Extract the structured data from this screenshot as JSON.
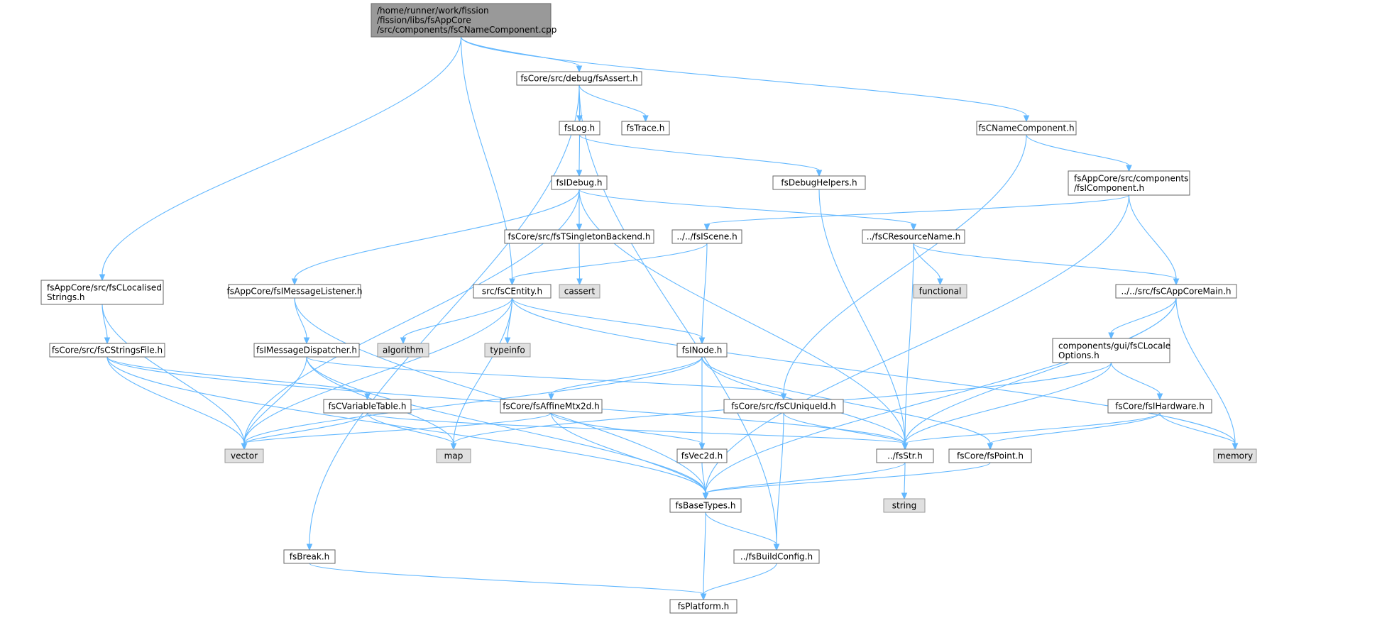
{
  "colors": {
    "edge": "#63b8ff",
    "node_border": "#666666",
    "root_fill": "#999999",
    "system_fill": "#e0e0e0"
  },
  "nodes": {
    "root": {
      "lines": [
        "/home/runner/work/fission",
        "/fission/libs/fsAppCore",
        "/src/components/fsCNameComponent.cpp"
      ]
    },
    "fsAssert": {
      "lines": [
        "fsCore/src/debug/fsAssert.h"
      ]
    },
    "fsCNameComponent": {
      "lines": [
        "fsCNameComponent.h"
      ]
    },
    "fsLog": {
      "lines": [
        "fsLog.h"
      ]
    },
    "fsTrace": {
      "lines": [
        "fsTrace.h"
      ]
    },
    "fsIDebug": {
      "lines": [
        "fsIDebug.h"
      ]
    },
    "fsDebugHelpers": {
      "lines": [
        "fsDebugHelpers.h"
      ]
    },
    "fsIComponent": {
      "lines": [
        "fsAppCore/src/components",
        "/fsIComponent.h"
      ]
    },
    "fsTSingletonBackend": {
      "lines": [
        "fsCore/src/fsTSingletonBackend.h"
      ]
    },
    "fsIScene": {
      "lines": [
        "../../fsIScene.h"
      ]
    },
    "fsCResourceName": {
      "lines": [
        "../fsCResourceName.h"
      ]
    },
    "fsCLocalisedStrings": {
      "lines": [
        "fsAppCore/src/fsCLocalised",
        "Strings.h"
      ]
    },
    "fsIMessageListener": {
      "lines": [
        "fsAppCore/fsIMessageListener.h"
      ]
    },
    "fsCEntity": {
      "lines": [
        "src/fsCEntity.h"
      ]
    },
    "cassert": {
      "lines": [
        "cassert"
      ]
    },
    "functional": {
      "lines": [
        "functional"
      ]
    },
    "fsCAppCoreMain": {
      "lines": [
        "../../src/fsCAppCoreMain.h"
      ]
    },
    "fsCStringsFile": {
      "lines": [
        "fsCore/src/fsCStringsFile.h"
      ]
    },
    "fsIMessageDispatcher": {
      "lines": [
        "fsIMessageDispatcher.h"
      ]
    },
    "algorithm": {
      "lines": [
        "algorithm"
      ]
    },
    "typeinfo": {
      "lines": [
        "typeinfo"
      ]
    },
    "fsINode": {
      "lines": [
        "fsINode.h"
      ]
    },
    "fsCLocaleOptions": {
      "lines": [
        "components/gui/fsCLocale",
        "Options.h"
      ]
    },
    "fsCVariableTable": {
      "lines": [
        "fsCVariableTable.h"
      ]
    },
    "fsAffineMtx2d": {
      "lines": [
        "fsCore/fsAffineMtx2d.h"
      ]
    },
    "fsCUniqueId": {
      "lines": [
        "fsCore/src/fsCUniqueId.h"
      ]
    },
    "fsIHardware": {
      "lines": [
        "fsCore/fsIHardware.h"
      ]
    },
    "vector": {
      "lines": [
        "vector"
      ]
    },
    "map": {
      "lines": [
        "map"
      ]
    },
    "fsVec2d": {
      "lines": [
        "fsVec2d.h"
      ]
    },
    "fsStr": {
      "lines": [
        "../fsStr.h"
      ]
    },
    "fsPoint": {
      "lines": [
        "fsCore/fsPoint.h"
      ]
    },
    "memory": {
      "lines": [
        "memory"
      ]
    },
    "fsBaseTypes": {
      "lines": [
        "fsBaseTypes.h"
      ]
    },
    "string": {
      "lines": [
        "string"
      ]
    },
    "fsBreak": {
      "lines": [
        "fsBreak.h"
      ]
    },
    "fsBuildConfig": {
      "lines": [
        "../fsBuildConfig.h"
      ]
    },
    "fsPlatform": {
      "lines": [
        "fsPlatform.h"
      ]
    }
  },
  "edges": [
    [
      "root",
      "fsAssert"
    ],
    [
      "root",
      "fsCNameComponent"
    ],
    [
      "root",
      "fsCEntity"
    ],
    [
      "root",
      "fsCLocalisedStrings"
    ],
    [
      "fsAssert",
      "fsLog"
    ],
    [
      "fsAssert",
      "fsTrace"
    ],
    [
      "fsAssert",
      "fsBreak"
    ],
    [
      "fsAssert",
      "fsBuildConfig"
    ],
    [
      "fsLog",
      "fsIDebug"
    ],
    [
      "fsLog",
      "fsDebugHelpers"
    ],
    [
      "fsIDebug",
      "fsTSingletonBackend"
    ],
    [
      "fsIDebug",
      "fsIMessageListener"
    ],
    [
      "fsIDebug",
      "fsCResourceName"
    ],
    [
      "fsIDebug",
      "vector"
    ],
    [
      "fsIDebug",
      "fsStr"
    ],
    [
      "fsDebugHelpers",
      "fsStr"
    ],
    [
      "fsCNameComponent",
      "fsIComponent"
    ],
    [
      "fsCNameComponent",
      "fsCUniqueId"
    ],
    [
      "fsIComponent",
      "fsIScene"
    ],
    [
      "fsIComponent",
      "fsCAppCoreMain"
    ],
    [
      "fsIComponent",
      "fsBaseTypes"
    ],
    [
      "fsTSingletonBackend",
      "cassert"
    ],
    [
      "fsIScene",
      "fsCEntity"
    ],
    [
      "fsIScene",
      "fsINode"
    ],
    [
      "fsCResourceName",
      "functional"
    ],
    [
      "fsCResourceName",
      "fsCAppCoreMain"
    ],
    [
      "fsCResourceName",
      "fsStr"
    ],
    [
      "fsCLocalisedStrings",
      "fsCStringsFile"
    ],
    [
      "fsCLocalisedStrings",
      "vector"
    ],
    [
      "fsIMessageListener",
      "fsIMessageDispatcher"
    ],
    [
      "fsIMessageListener",
      "fsBaseTypes"
    ],
    [
      "fsCEntity",
      "algorithm"
    ],
    [
      "fsCEntity",
      "typeinfo"
    ],
    [
      "fsCEntity",
      "fsINode"
    ],
    [
      "fsCEntity",
      "vector"
    ],
    [
      "fsCEntity",
      "map"
    ],
    [
      "fsCEntity",
      "memory"
    ],
    [
      "fsCAppCoreMain",
      "fsCLocaleOptions"
    ],
    [
      "fsCAppCoreMain",
      "fsStr"
    ],
    [
      "fsCAppCoreMain",
      "memory"
    ],
    [
      "fsCAppCoreMain",
      "fsBaseTypes"
    ],
    [
      "fsCStringsFile",
      "fsCVariableTable"
    ],
    [
      "fsCStringsFile",
      "vector"
    ],
    [
      "fsCStringsFile",
      "fsStr"
    ],
    [
      "fsCStringsFile",
      "fsBaseTypes"
    ],
    [
      "fsIMessageDispatcher",
      "vector"
    ],
    [
      "fsIMessageDispatcher",
      "map"
    ],
    [
      "fsIMessageDispatcher",
      "fsCUniqueId"
    ],
    [
      "fsIMessageDispatcher",
      "fsBaseTypes"
    ],
    [
      "fsINode",
      "vector"
    ],
    [
      "fsINode",
      "fsAffineMtx2d"
    ],
    [
      "fsINode",
      "fsVec2d"
    ],
    [
      "fsINode",
      "fsStr"
    ],
    [
      "fsINode",
      "fsPoint"
    ],
    [
      "fsCLocaleOptions",
      "fsIHardware"
    ],
    [
      "fsCLocaleOptions",
      "map"
    ],
    [
      "fsCLocaleOptions",
      "fsStr"
    ],
    [
      "fsCVariableTable",
      "vector"
    ],
    [
      "fsCVariableTable",
      "map"
    ],
    [
      "fsCVariableTable",
      "fsStr"
    ],
    [
      "fsAffineMtx2d",
      "vector"
    ],
    [
      "fsAffineMtx2d",
      "fsVec2d"
    ],
    [
      "fsAffineMtx2d",
      "fsBaseTypes"
    ],
    [
      "fsCUniqueId",
      "fsStr"
    ],
    [
      "fsCUniqueId",
      "fsBuildConfig"
    ],
    [
      "fsIHardware",
      "fsStr"
    ],
    [
      "fsIHardware",
      "fsPoint"
    ],
    [
      "fsIHardware",
      "memory"
    ],
    [
      "fsVec2d",
      "fsBaseTypes"
    ],
    [
      "fsStr",
      "string"
    ],
    [
      "fsStr",
      "fsBaseTypes"
    ],
    [
      "fsPoint",
      "fsBaseTypes"
    ],
    [
      "fsBaseTypes",
      "fsBuildConfig"
    ],
    [
      "fsBaseTypes",
      "fsPlatform"
    ],
    [
      "fsBuildConfig",
      "fsPlatform"
    ],
    [
      "fsBreak",
      "fsPlatform"
    ]
  ]
}
